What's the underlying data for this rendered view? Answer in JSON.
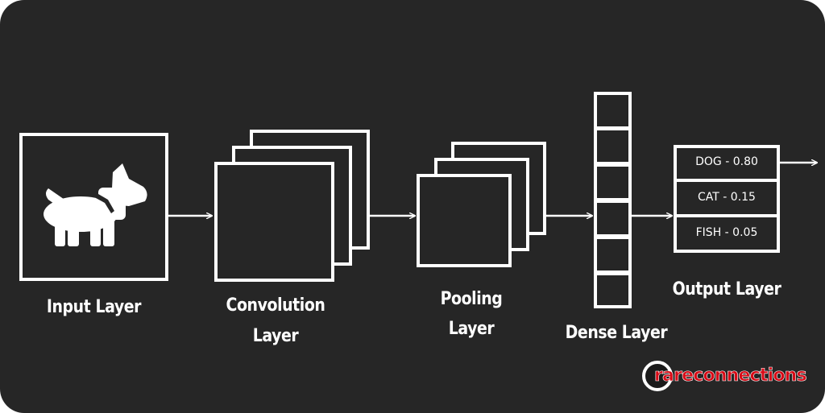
{
  "layers": {
    "input": "Input Layer",
    "convolution_line1": "Convolution",
    "convolution_line2": "Layer",
    "pooling_line1": "Pooling",
    "pooling_line2": "Layer",
    "dense": "Dense Layer",
    "output": "Output Layer"
  },
  "outputs": [
    "DOG - 0.80",
    "CAT - 0.15",
    "FISH - 0.05"
  ],
  "logo": {
    "text": "rareconnections"
  },
  "colors": {
    "background": "#262626",
    "stroke": "#ffffff",
    "logo_red": "#d80a16"
  },
  "icons": {
    "input_image": "dog-icon"
  }
}
